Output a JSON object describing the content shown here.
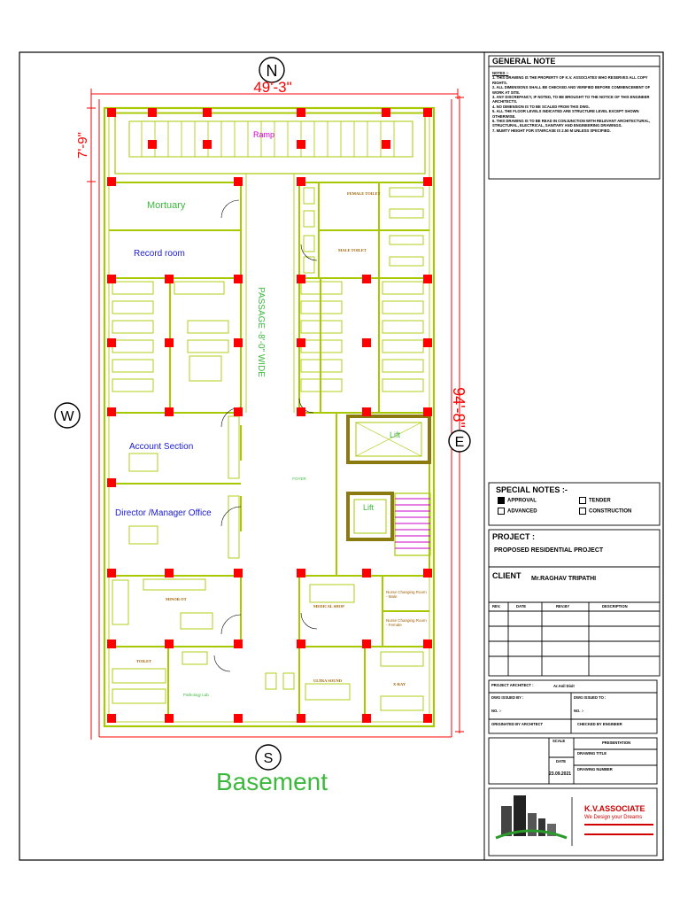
{
  "drawing": {
    "north": "N",
    "south": "S",
    "west": "W",
    "east": "E",
    "width_dim": "49'-3\"",
    "depth_dim": "94'-8\"",
    "ramp_depth_dim": "7'-9\"",
    "level_label": "Basement"
  },
  "rooms": {
    "ramp": "Ramp",
    "mortuary": "Mortuary",
    "record_room": "Record room",
    "passage": "PASSAGE -8'-0\" WIDE",
    "female_toilet": "FEMALE TOILET",
    "male_toilet": "MALE TOILET",
    "lift1": "Lift",
    "lift2": "Lift",
    "account": "Account Section",
    "director": "Director /Manager Office",
    "foyer": "FOYER",
    "minor_ot": "MINOR OT",
    "medical_shop": "MEDICAL SHOP",
    "change_male": "Nurse Changing Room - Male",
    "change_female": "Nurse Changing Room - Female",
    "toilet": "TOILET",
    "pathology": "Pathology Lab",
    "ultrasound": "ULTRA SOUND",
    "xray": "X-RAY"
  },
  "general_note": {
    "title": "GENERAL NOTE",
    "subtitle": "NOTES :-",
    "lines": [
      "1. THIS DRAWING IS THE PROPERTY OF K.V. ASSOCIATES WHO RESERVES ALL COPY RIGHTS.",
      "2. ALL DIMENSIONS SHALL BE CHECKED AND VERIFIED BEFORE COMMENCEMENT OF WORK AT SITE.",
      "3. ANY DISCREPANCY, IF NOTED, TO BE BROUGHT TO THE NOTICE OF THIS ENGINEER ARCHITECTS.",
      "4. NO DIMENSION IS TO BE SCALED FROM THIS DWG.",
      "5. ALL THE FLOOR LEVELS INDICATED ARE STRUCTURE LEVEL EXCEPT SHOWN OTHERWISE.",
      "6. THIS DRAWING IS TO BE READ IN CONJUNCTION WITH RELEVANT ARCHITECTURAL, STRUCTURAL, ELECTRICAL, SANITARY AND ENGINEERING DRAWINGS.",
      "7. MUMTY HEIGHT FOR STAIRCASE IS 2.50 M UNLESS SPECIFIED."
    ]
  },
  "special_notes": {
    "title": "SPECIAL NOTES :-",
    "approval": "APPROVAL",
    "advanced": "ADVANCED",
    "tender": "TENDER",
    "construction": "CONSTRUCTION"
  },
  "project": {
    "label": "PROJECT :",
    "name": "PROPOSED RESIDENTIAL PROJECT",
    "client_label": "CLIENT",
    "client": "Mr.RAGHAV TRIPATHI"
  },
  "revision_table": {
    "headers": [
      "REV.",
      "DATE",
      "REV.BY",
      "DESCRIPTION"
    ]
  },
  "architect": {
    "label": "PROJECT ARCHITECT :",
    "name": "Ar.Anil Dixit",
    "dwg_issued_by": "DWG ISSUED BY :",
    "dwg_issued_to": "DWG ISSUED TO :",
    "no1": "NO. :-",
    "no2": "NO. :-",
    "originated": "ORIGINATED BY ARCHITECT",
    "checked": "CHECKED BY ENGINEER"
  },
  "meta": {
    "scale": "SCALE",
    "presentation": "PRESENTATION",
    "drawing_title": "DRAWING TITLE",
    "date_label": "DATE",
    "date": "23.09.2021",
    "drawing_number": "DRAWING NUMBER"
  },
  "logo": {
    "company": "K.V.ASSOCIATE",
    "tagline": "We Design your Dreams"
  },
  "colors": {
    "wall": "#a8c800",
    "column": "#ff0000",
    "dimension": "#ff0000",
    "room_label_green": "#3cb83c",
    "room_label_blue": "#1a1ad6",
    "ramp_label": "#d000d0",
    "lift": "#8a7a10",
    "stair": "#c800c8"
  }
}
